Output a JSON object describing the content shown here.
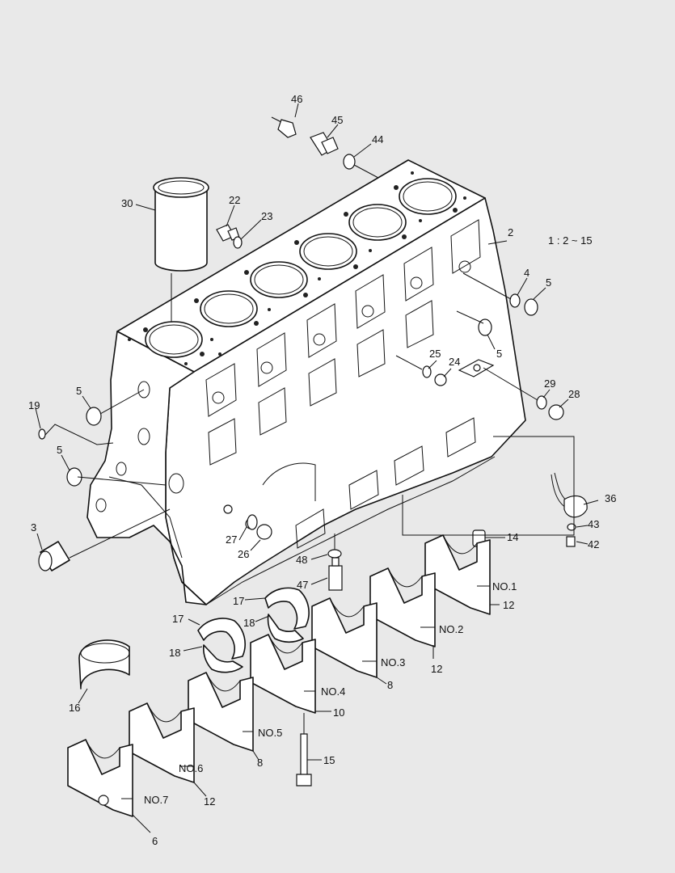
{
  "scale_note": "1 : 2 ~ 15",
  "parts": {
    "p2": "2",
    "p3": "3",
    "p4": "4",
    "p5a": "5",
    "p5b": "5",
    "p5c": "5",
    "p5d": "5",
    "p6": "6",
    "p8a": "8",
    "p8b": "8",
    "p10": "10",
    "p12a": "12",
    "p12b": "12",
    "p12c": "12",
    "p14": "14",
    "p15": "15",
    "p16": "16",
    "p17a": "17",
    "p17b": "17",
    "p18a": "18",
    "p18b": "18",
    "p19": "19",
    "p22": "22",
    "p23": "23",
    "p24": "24",
    "p25": "25",
    "p26": "26",
    "p27": "27",
    "p28": "28",
    "p29": "29",
    "p30": "30",
    "p36": "36",
    "p42": "42",
    "p43": "43",
    "p44": "44",
    "p45": "45",
    "p46": "46",
    "p47": "47",
    "p48": "48"
  },
  "bearing_caps": {
    "no1": "NO.1",
    "no2": "NO.2",
    "no3": "NO.3",
    "no4": "NO.4",
    "no5": "NO.5",
    "no6": "NO.6",
    "no7": "NO.7"
  }
}
